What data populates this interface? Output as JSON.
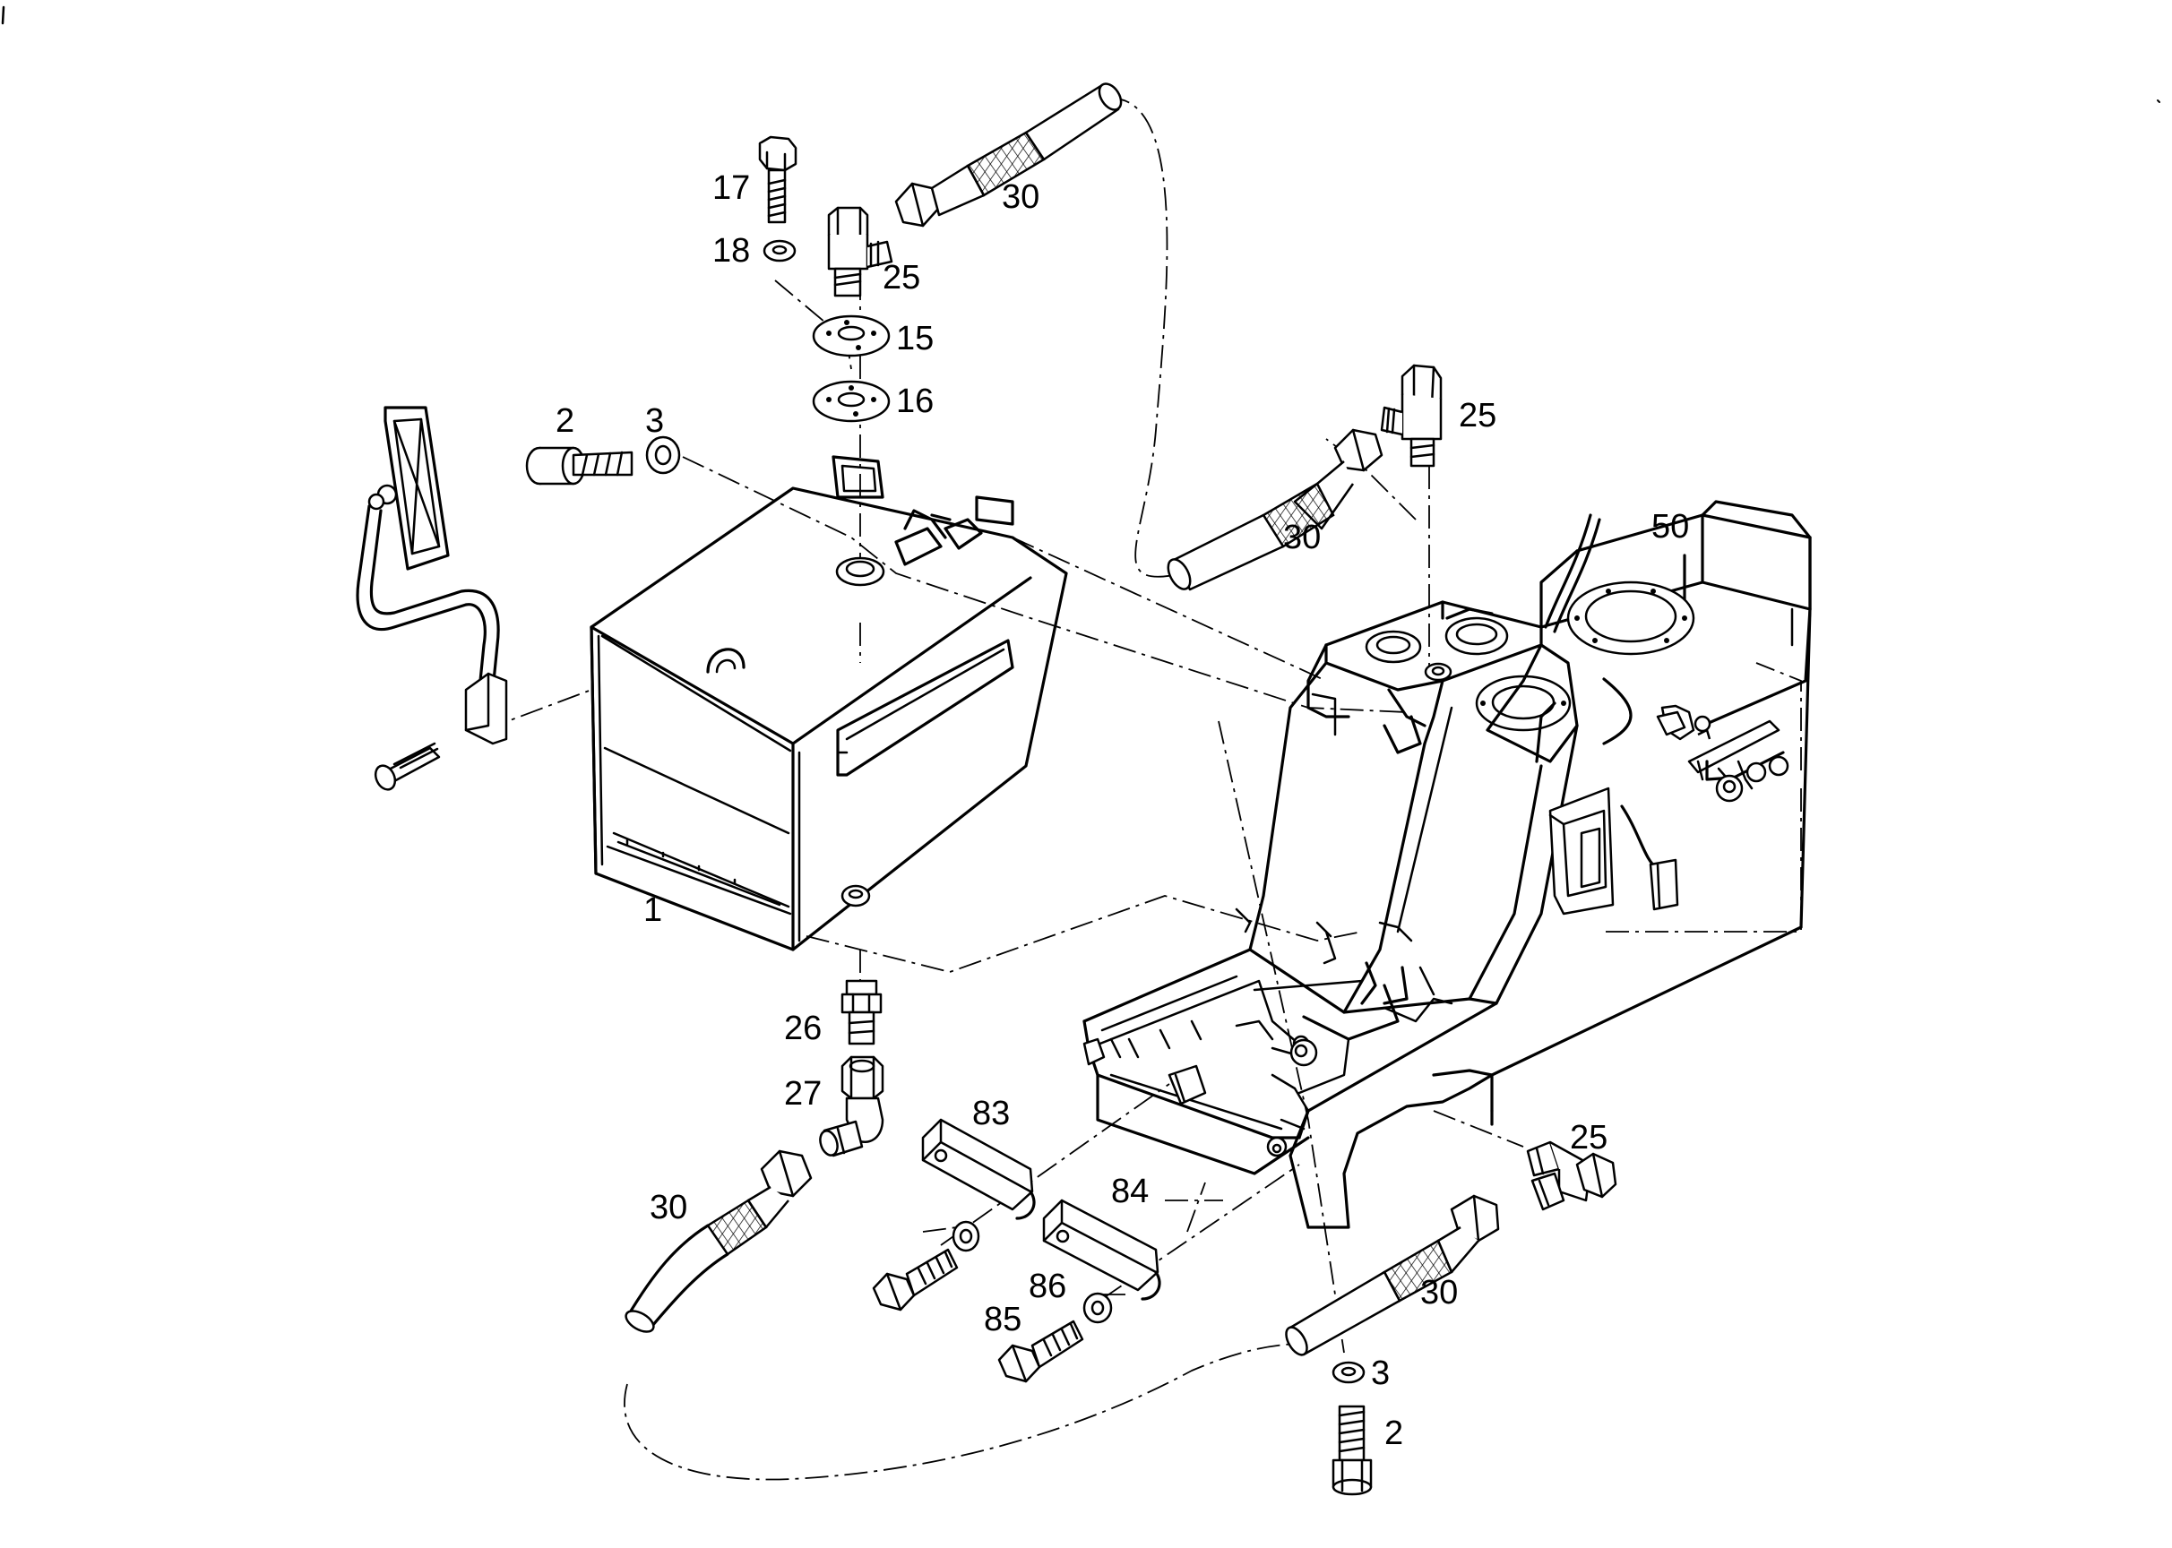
{
  "diagram": {
    "labels": {
      "l1": "1",
      "l2a": "2",
      "l2b": "2",
      "l3a": "3",
      "l3b": "3",
      "l15": "15",
      "l16": "16",
      "l17": "17",
      "l18": "18",
      "l25a": "25",
      "l25b": "25",
      "l25c": "25",
      "l26": "26",
      "l27": "27",
      "l30a": "30",
      "l30b": "30",
      "l30c": "30",
      "l30d": "30",
      "l50": "50",
      "l83": "83",
      "l84": "84",
      "l85": "85",
      "l86": "86"
    }
  }
}
